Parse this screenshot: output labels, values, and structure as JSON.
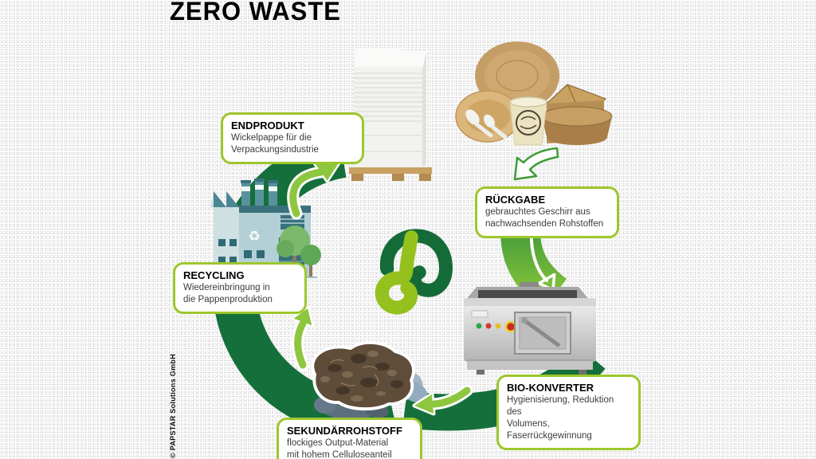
{
  "title": "ZERO WASTE",
  "copyright": "© PAPSTAR Solutions GmbH",
  "colors": {
    "cycle_dark_green": "#156f3a",
    "cycle_light_green": "#8dc63f",
    "box_border_green": "#9dc72c",
    "logo_dark_green": "#156b37",
    "logo_light_green": "#95c11f",
    "title_black": "#000000"
  },
  "stages": [
    {
      "id": "endprodukt",
      "title": "ENDPRODUKT",
      "body": "Wickelpappe für die\nVerpackungsindustrie"
    },
    {
      "id": "rueckgabe",
      "title": "RÜCKGABE",
      "body": "gebrauchtes Geschirr aus\nnachwachsenden Rohstoffen"
    },
    {
      "id": "bio-konverter",
      "title": "BIO-KONVERTER",
      "body": "Hygienisierung, Reduktion des\nVolumens, Faserrückgewinnung"
    },
    {
      "id": "sekundaerrohstoff",
      "title": "SEKUNDÄRROHSTOFF",
      "body": "flockiges Output-Material\nmit hohem Celluloseanteil"
    },
    {
      "id": "recycling",
      "title": "RECYCLING",
      "body": "Wiedereinbringung in\ndie Pappenproduktion"
    }
  ],
  "icons": [
    "zero-waste-cycle-arc",
    "return-band",
    "converter-feed-band",
    "recycling-to-endprodukt-arrow-icon",
    "sekundaer-to-recycling-arrow-icon",
    "konverter-to-sekundaer-arrow-icon",
    "rueckgabe-feed-arrow-icon",
    "geschirr-return-arrow-icon",
    "factory-illustration",
    "cardboard-pallet-image",
    "tableware-image",
    "bio-converter-machine-image",
    "compost-hands-image",
    "papstar-pure-logo",
    "recycle-symbol-icon"
  ]
}
